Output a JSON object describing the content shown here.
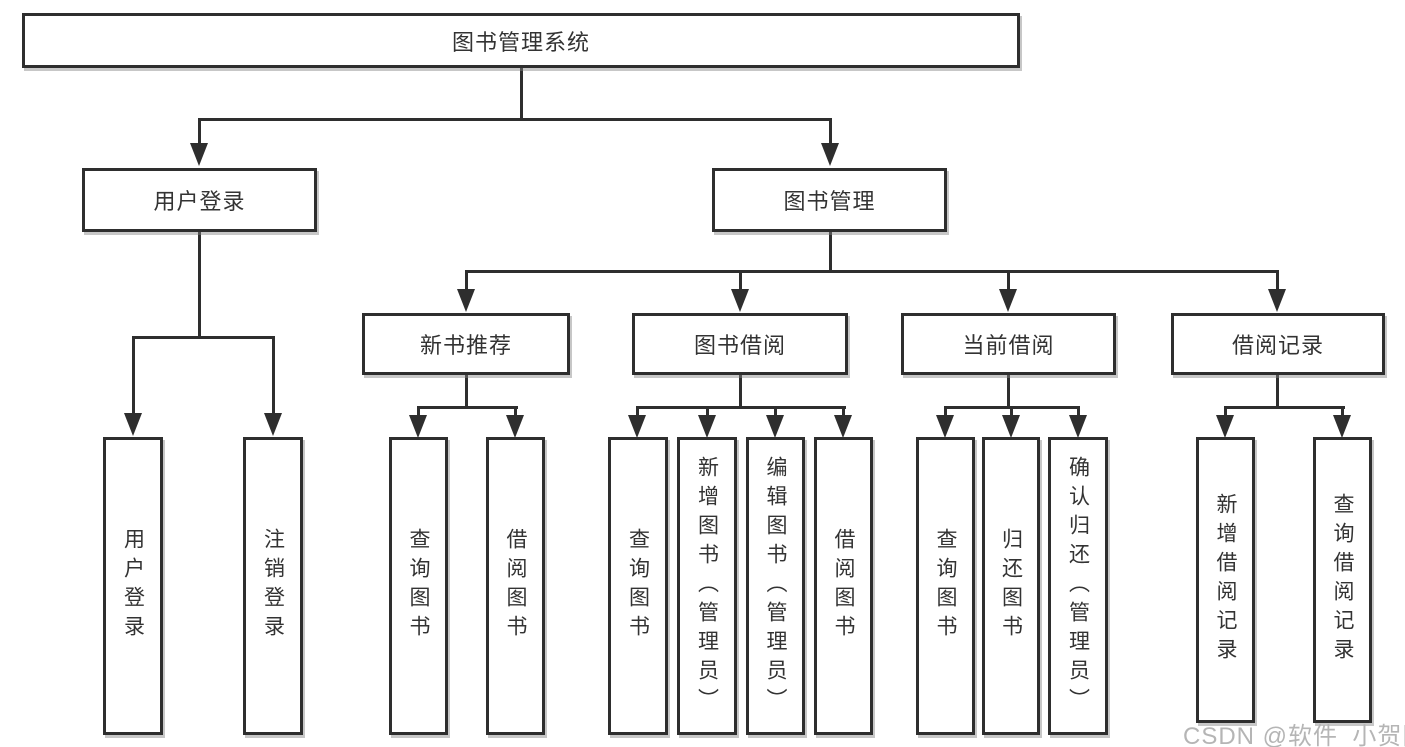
{
  "tree": {
    "label": "图书管理系统",
    "children": [
      {
        "label": "用户登录",
        "children": [
          {
            "label": "用户登录"
          },
          {
            "label": "注销登录"
          }
        ]
      },
      {
        "label": "图书管理",
        "children": [
          {
            "label": "新书推荐",
            "children": [
              {
                "label": "查询图书"
              },
              {
                "label": "借阅图书"
              }
            ]
          },
          {
            "label": "图书借阅",
            "children": [
              {
                "label": "查询图书"
              },
              {
                "label": "新增图书（管理员）"
              },
              {
                "label": "编辑图书（管理员）"
              },
              {
                "label": "借阅图书"
              }
            ]
          },
          {
            "label": "当前借阅",
            "children": [
              {
                "label": "查询图书"
              },
              {
                "label": "归还图书"
              },
              {
                "label": "确认归还（管理员）"
              }
            ]
          },
          {
            "label": "借阅记录",
            "children": [
              {
                "label": "新增借阅记录"
              },
              {
                "label": "查询借阅记录"
              }
            ]
          }
        ]
      }
    ]
  },
  "watermark": {
    "text": "CSDN @软件_小贺同学"
  },
  "colors": {
    "line": "#2e2e2e",
    "text": "#333333",
    "background": "#ffffff",
    "watermark": "#b5b5b5"
  }
}
